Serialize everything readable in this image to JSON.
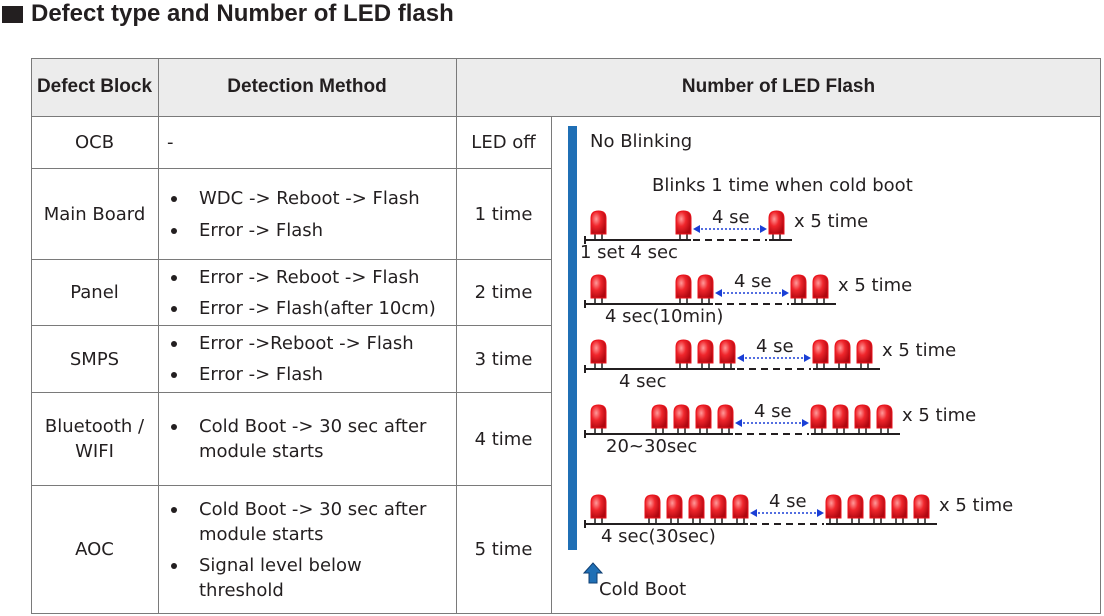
{
  "title": "Defect type and Number of LED flash",
  "header": {
    "defect_block": "Defect Block",
    "detection_method": "Detection Method",
    "number_of_led_flash": "Number of LED Flash"
  },
  "rows": [
    {
      "block": "OCB",
      "methods": [
        "-"
      ],
      "count": "LED off"
    },
    {
      "block": "Main Board",
      "methods": [
        "WDC -> Reboot -> Flash",
        "Error -> Flash"
      ],
      "count": "1 time"
    },
    {
      "block": "Panel",
      "methods": [
        "Error -> Reboot -> Flash",
        "Error -> Flash(after 10cm)"
      ],
      "count": "2 time"
    },
    {
      "block": "SMPS",
      "methods": [
        "Error ->Reboot -> Flash",
        "Error -> Flash"
      ],
      "count": "3 time"
    },
    {
      "block": "Bluetooth / WIFI",
      "methods": [
        "Cold Boot -> 30 sec after module starts"
      ],
      "count": "4 time"
    },
    {
      "block": "AOC",
      "methods": [
        "Cold Boot -> 30 sec after module starts",
        "Signal level below threshold"
      ],
      "count": "5 time"
    }
  ],
  "diagram": {
    "no_blinking": "No Blinking",
    "blinks_note": "Blinks 1 time when cold boot",
    "repeat_label": "x 5 time",
    "gap_label": "4 se",
    "cold_boot": "Cold Boot",
    "led_color": "#e8121b",
    "bar_color": "#1f6fb5",
    "arrow_color": "#1a3fd6",
    "patterns": [
      {
        "flashes": 1,
        "interval_label": "1 set  4 sec"
      },
      {
        "flashes": 2,
        "interval_label": "4 sec(10min)"
      },
      {
        "flashes": 3,
        "interval_label": "4 sec"
      },
      {
        "flashes": 4,
        "interval_label": "20~30sec"
      },
      {
        "flashes": 5,
        "interval_label": "4 sec(30sec)"
      }
    ]
  }
}
